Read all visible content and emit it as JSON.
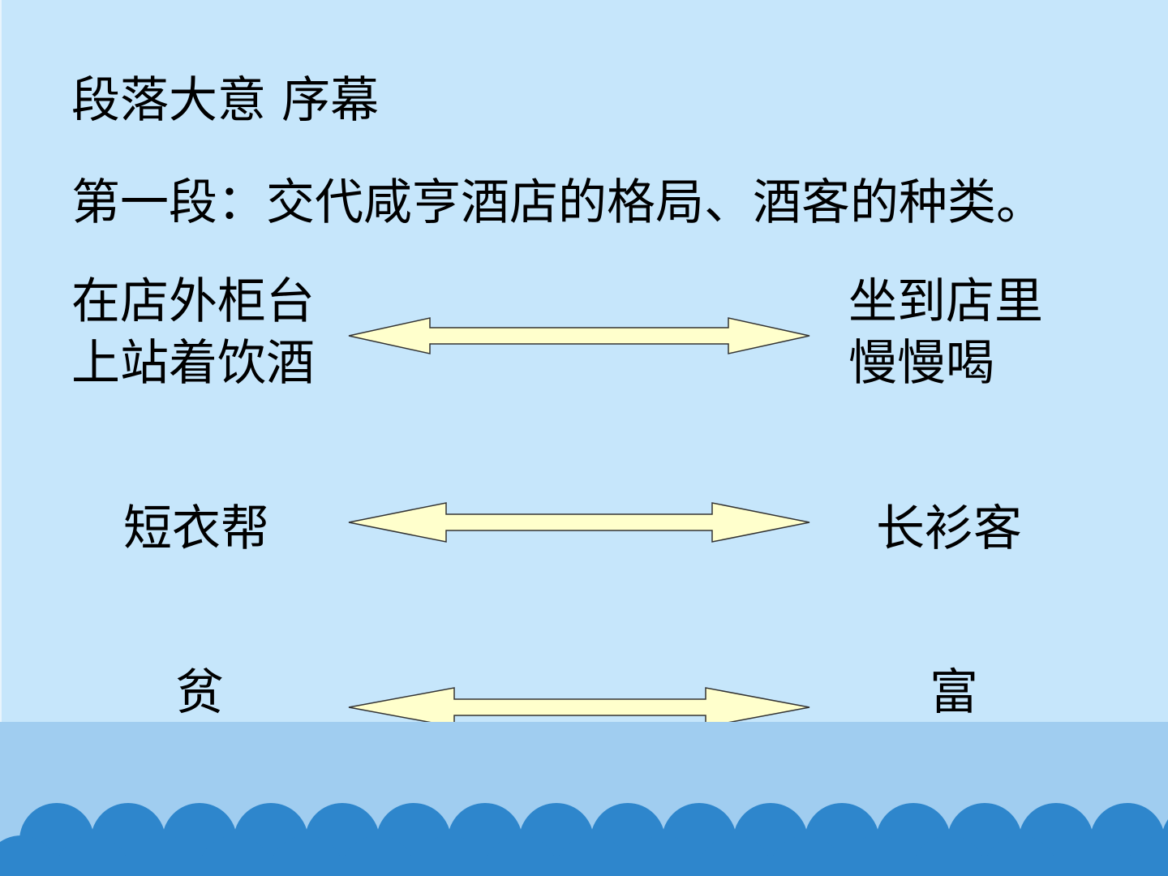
{
  "slide": {
    "heading": "段落大意  序幕",
    "subtitle": "第一段：交代咸亨酒店的格局、酒客的种类。",
    "rows": [
      {
        "left": [
          "在店外柜台",
          "上站着饮酒"
        ],
        "right": [
          "坐到店里",
          "慢慢喝"
        ]
      },
      {
        "left": [
          "短衣帮"
        ],
        "right": [
          "长衫客"
        ]
      },
      {
        "left": [
          "贫"
        ],
        "right": [
          "富"
        ]
      }
    ]
  },
  "colors": {
    "background": "#c6e6fb",
    "band": "#a0cdf0",
    "wave": "#2e86cc",
    "arrow_fill": "#ffffcc",
    "arrow_stroke": "#333333"
  }
}
